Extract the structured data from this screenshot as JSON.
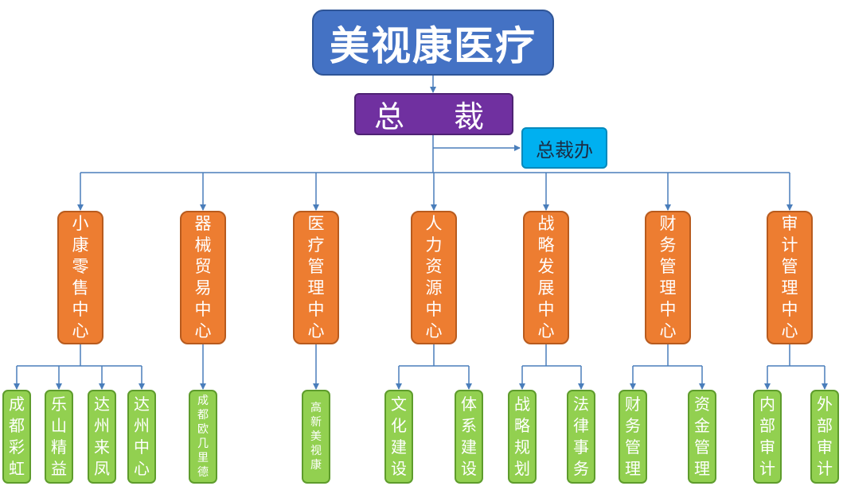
{
  "org_chart": {
    "root": "美视康医疗",
    "ceo": "总　裁",
    "ceo_office": "总裁办",
    "departments": [
      {
        "name": "小康零售中心",
        "subs": [
          "成都彩虹",
          "乐山精益",
          "达州来凤",
          "达州中心"
        ]
      },
      {
        "name": "器械贸易中心",
        "subs": [
          "成都欧几里德"
        ]
      },
      {
        "name": "医疗管理中心",
        "subs": [
          "高新美视康"
        ]
      },
      {
        "name": "人力资源中心",
        "subs": [
          "文化建设",
          "体系建设"
        ]
      },
      {
        "name": "战略发展中心",
        "subs": [
          "战略规划",
          "法律事务"
        ]
      },
      {
        "name": "财务管理中心",
        "subs": [
          "财务管理",
          "资金管理"
        ]
      },
      {
        "name": "审计管理中心",
        "subs": [
          "内部审计",
          "外部审计"
        ]
      }
    ]
  },
  "colors": {
    "root_fill": "#4472c4",
    "ceo_fill": "#7030a0",
    "office_fill": "#00b0f0",
    "department_fill": "#ed7d31",
    "sub_unit_fill": "#92d050",
    "connector": "#4a7ebb"
  }
}
